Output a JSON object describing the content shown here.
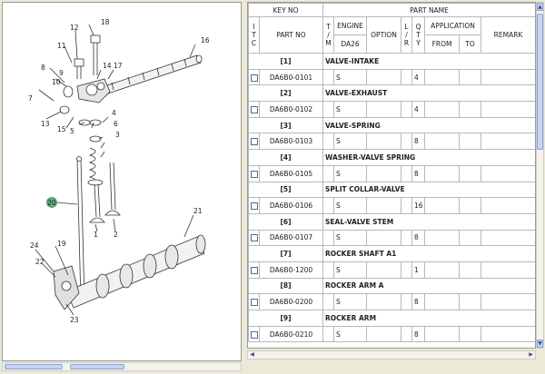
{
  "table": {
    "headers": {
      "key_no": "KEY NO",
      "part_name": "PART NAME",
      "itc": [
        "I",
        "T",
        "C"
      ],
      "part_no": "PART NO",
      "tm": [
        "T",
        "/",
        "M"
      ],
      "engine": "ENGINE",
      "da26": "DA26",
      "option": "OPTION",
      "lr": [
        "L",
        "/",
        "R"
      ],
      "qty": [
        "Q",
        "T",
        "Y"
      ],
      "application": "APPLICATION",
      "from": "FROM",
      "to": "TO",
      "remark": "REMARK"
    },
    "groups": [
      {
        "key": "[1]",
        "name": "VALVE-INTAKE",
        "part_no": "DA6B0-0101",
        "da26": "S",
        "qty": "4"
      },
      {
        "key": "[2]",
        "name": "VALVE-EXHAUST",
        "part_no": "DA6B0-0102",
        "da26": "S",
        "qty": "4"
      },
      {
        "key": "[3]",
        "name": "VALVE-SPRING",
        "part_no": "DA6B0-0103",
        "da26": "S",
        "qty": "8"
      },
      {
        "key": "[4]",
        "name": "WASHER-VALVE SPRING",
        "part_no": "DA6B0-0105",
        "da26": "S",
        "qty": "8"
      },
      {
        "key": "[5]",
        "name": "SPLIT COLLAR-VALVE",
        "part_no": "DA6B0-0106",
        "da26": "S",
        "qty": "16"
      },
      {
        "key": "[6]",
        "name": "SEAL-VALVE STEM",
        "part_no": "DA6B0-0107",
        "da26": "S",
        "qty": "8"
      },
      {
        "key": "[7]",
        "name": "ROCKER SHAFT A1",
        "part_no": "DA6B0-1200",
        "da26": "S",
        "qty": "1"
      },
      {
        "key": "[8]",
        "name": "ROCKER ARM A",
        "part_no": "DA6B0-0200",
        "da26": "S",
        "qty": "8"
      },
      {
        "key": "[9]",
        "name": "ROCKER ARM",
        "part_no": "DA6B0-0210",
        "da26": "S",
        "qty": "8"
      }
    ]
  },
  "diagram": {
    "callouts": [
      "1",
      "2",
      "3",
      "4",
      "5",
      "6",
      "7",
      "8",
      "9",
      "10",
      "11",
      "12",
      "13",
      "14",
      "15",
      "16",
      "17",
      "18",
      "19",
      "20",
      "21",
      "22",
      "23",
      "24"
    ],
    "highlight_color": "#5fb27a"
  }
}
